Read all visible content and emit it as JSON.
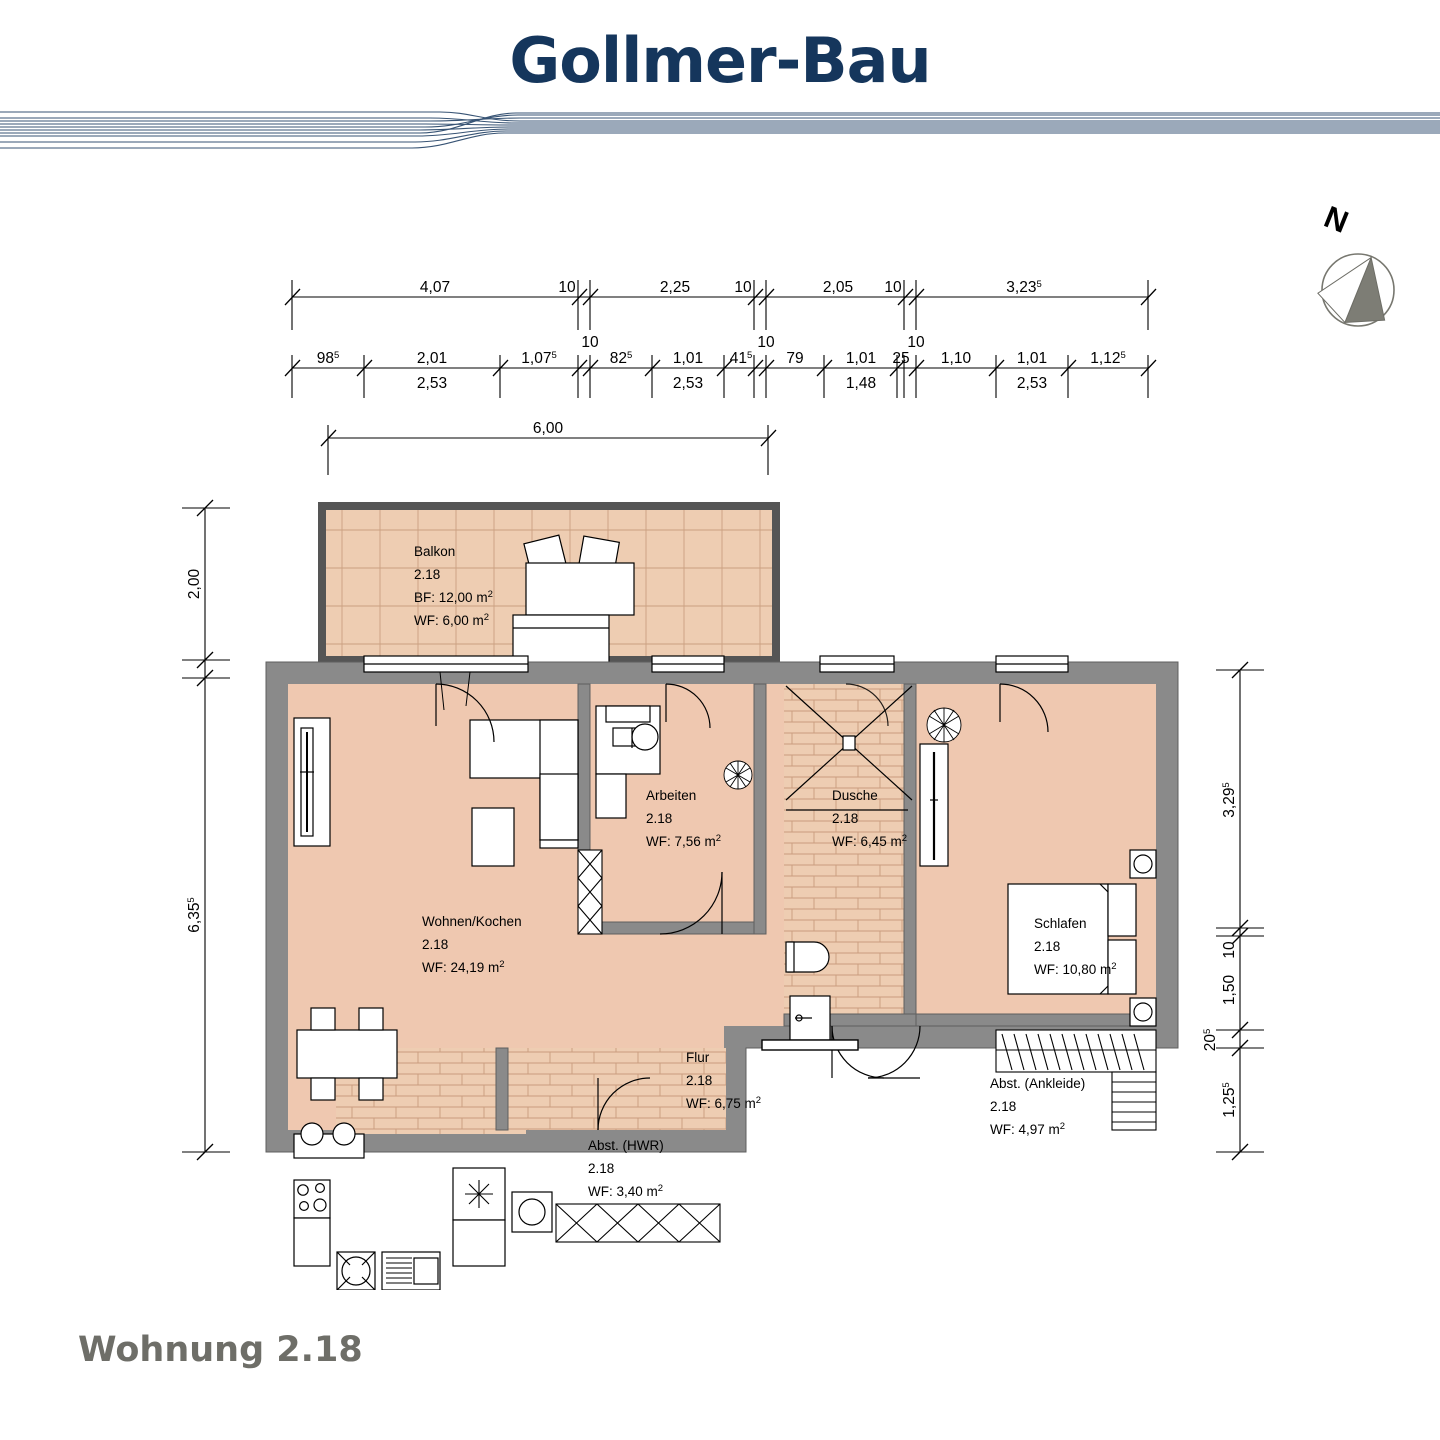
{
  "header": {
    "brand": "Gollmer-Bau"
  },
  "footer": {
    "caption": "Wohnung 2.18"
  },
  "compass": {
    "label": "N",
    "icon": "north-arrow-icon"
  },
  "dimensions": {
    "top_chain_outer": [
      "4,07",
      "10",
      "2,25",
      "10",
      "2,05",
      "10",
      "3,23"
    ],
    "top_chain_outer_sup": [
      "",
      "",
      "",
      "",
      "",
      "",
      "5"
    ],
    "top_chain_inner": [
      "98",
      "2,01",
      "1,07",
      "82",
      "1,01",
      "41",
      "79",
      "1,01",
      "25",
      "1,10",
      "1,01",
      "1,12"
    ],
    "top_chain_inner_sup": [
      "5",
      "",
      "5",
      "5",
      "",
      "5",
      "",
      "",
      "",
      "",
      "",
      "5"
    ],
    "top_chain_inner_second": [
      "2,53",
      "2,53",
      "1,48",
      "2,53"
    ],
    "top_ties": [
      "10",
      "10",
      "10"
    ],
    "balcony_width": "6,00",
    "left_chain": [
      "2,00",
      "6,35"
    ],
    "left_chain_sup": [
      "",
      "5"
    ],
    "right_chain": [
      "3,29",
      "10",
      "1,50",
      "20",
      "1,25"
    ],
    "right_chain_sup": [
      "5",
      "",
      "",
      "5",
      "5"
    ]
  },
  "rooms": [
    {
      "id": "balkon",
      "name": "Balkon",
      "unit": "2.18",
      "line3_label": "BF:",
      "line3_value": "12,00 m",
      "line4_label": "WF:",
      "line4_value": "6,00 m",
      "unit_sup": "2"
    },
    {
      "id": "wohnen-kochen",
      "name": "Wohnen/Kochen",
      "unit": "2.18",
      "area_label": "WF:",
      "area_value": "24,19 m",
      "unit_sup": "2"
    },
    {
      "id": "arbeiten",
      "name": "Arbeiten",
      "unit": "2.18",
      "area_label": "WF:",
      "area_value": "7,56 m",
      "unit_sup": "2"
    },
    {
      "id": "dusche",
      "name": "Dusche",
      "unit": "2.18",
      "area_label": "WF:",
      "area_value": "6,45 m",
      "unit_sup": "2"
    },
    {
      "id": "schlafen",
      "name": "Schlafen",
      "unit": "2.18",
      "area_label": "WF:",
      "area_value": "10,80 m",
      "unit_sup": "2"
    },
    {
      "id": "flur",
      "name": "Flur",
      "unit": "2.18",
      "area_label": "WF:",
      "area_value": "6,75 m",
      "unit_sup": "2"
    },
    {
      "id": "abst-ankleide",
      "name": "Abst. (Ankleide)",
      "unit": "2.18",
      "area_label": "WF:",
      "area_value": "4,97 m",
      "unit_sup": "2"
    },
    {
      "id": "abst-hwr",
      "name": "Abst. (HWR)",
      "unit": "2.18",
      "area_label": "WF:",
      "area_value": "3,40 m",
      "unit_sup": "2"
    }
  ],
  "colors": {
    "brand": "#15365c",
    "wall": "#8a8a8a",
    "room_fill": "#efc8b0",
    "tile_fill": "#eecdb2",
    "tile_line": "#c69b7c",
    "furniture": "#ffffff",
    "line": "#000000",
    "footer_gray": "#6e6e68"
  }
}
